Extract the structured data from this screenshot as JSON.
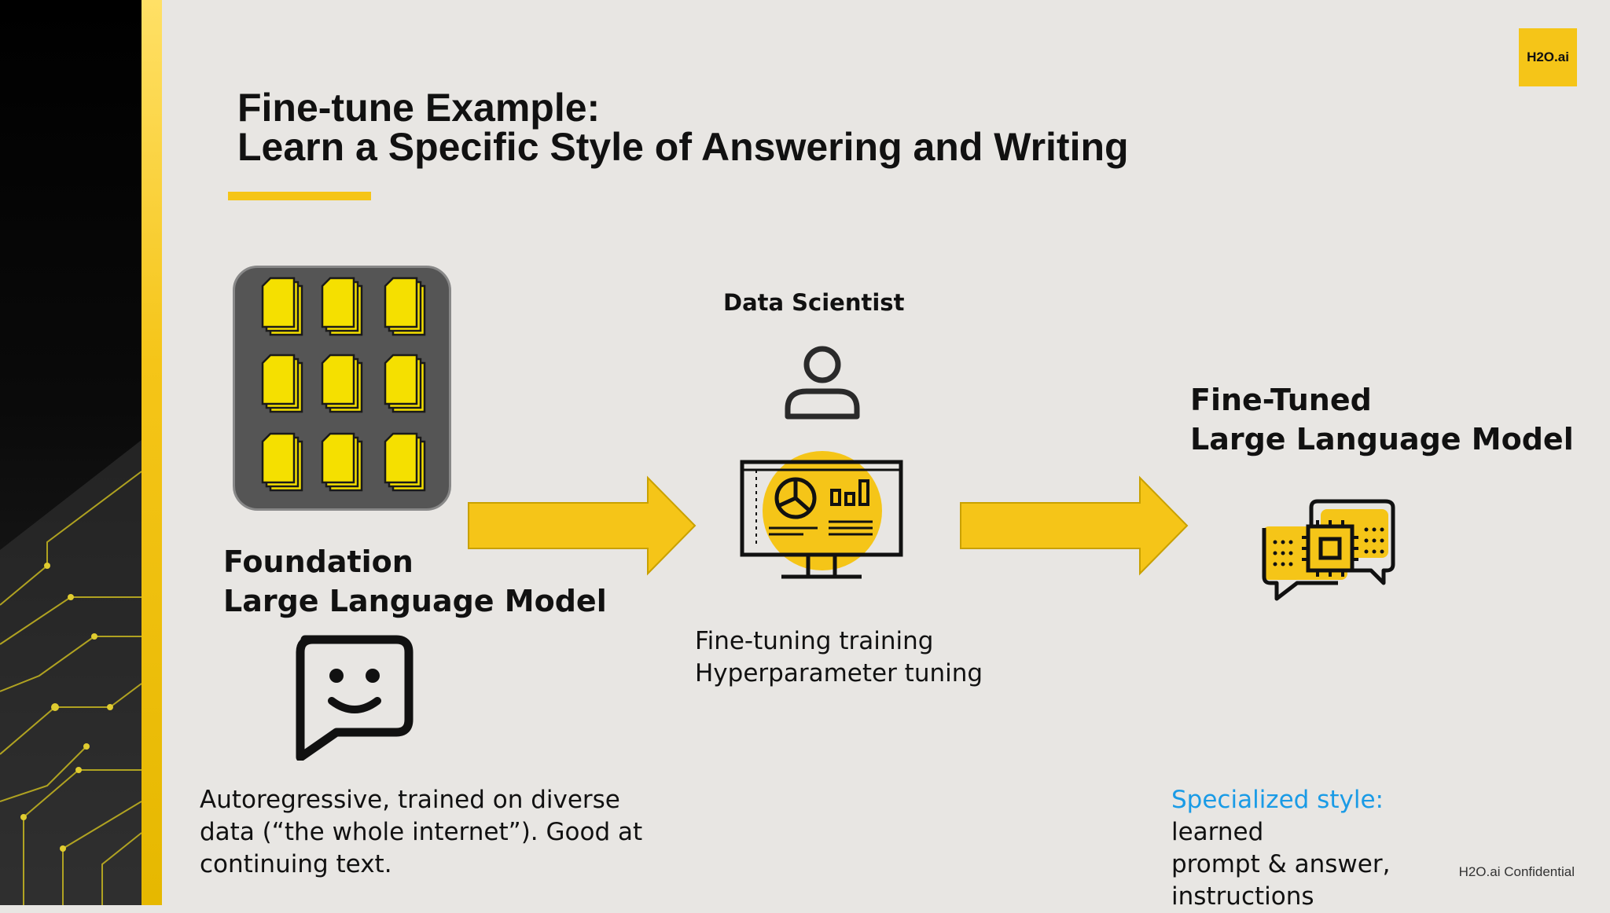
{
  "logo": {
    "text": "H2O.ai"
  },
  "title": {
    "line1": "Fine-tune Example:",
    "line2": "Learn a Specific Style of Answering and Writing"
  },
  "foundation": {
    "label_line1": "Foundation",
    "label_line2": "Large Language Model",
    "description_line1": "Autoregressive, trained on diverse",
    "description_line2": "data (“the whole internet”). Good at",
    "description_line3": "continuing text."
  },
  "data_scientist": {
    "label": "Data Scientist",
    "task_line1": "Fine-tuning training",
    "task_line2": "Hyperparameter tuning"
  },
  "fine_tuned": {
    "label_line1": "Fine-Tuned",
    "label_line2": "Large Language Model",
    "style_label": "Specialized style:",
    "style_rest": " learned",
    "style_line2": "prompt & answer,",
    "style_line3": "instructions"
  },
  "footer": {
    "confidential": "H2O.ai Confidential"
  },
  "icons": {
    "documents": "documents-grid-icon",
    "chat": "smiley-chat-icon",
    "person": "person-icon",
    "monitor": "analytics-monitor-icon",
    "chip_chat": "chip-chat-icon",
    "arrow": "arrow-right-icon"
  },
  "colors": {
    "accent_yellow": "#f5c518",
    "accent_blue": "#1a9be6",
    "tile_dark": "#555555",
    "background": "#e8e6e3"
  }
}
